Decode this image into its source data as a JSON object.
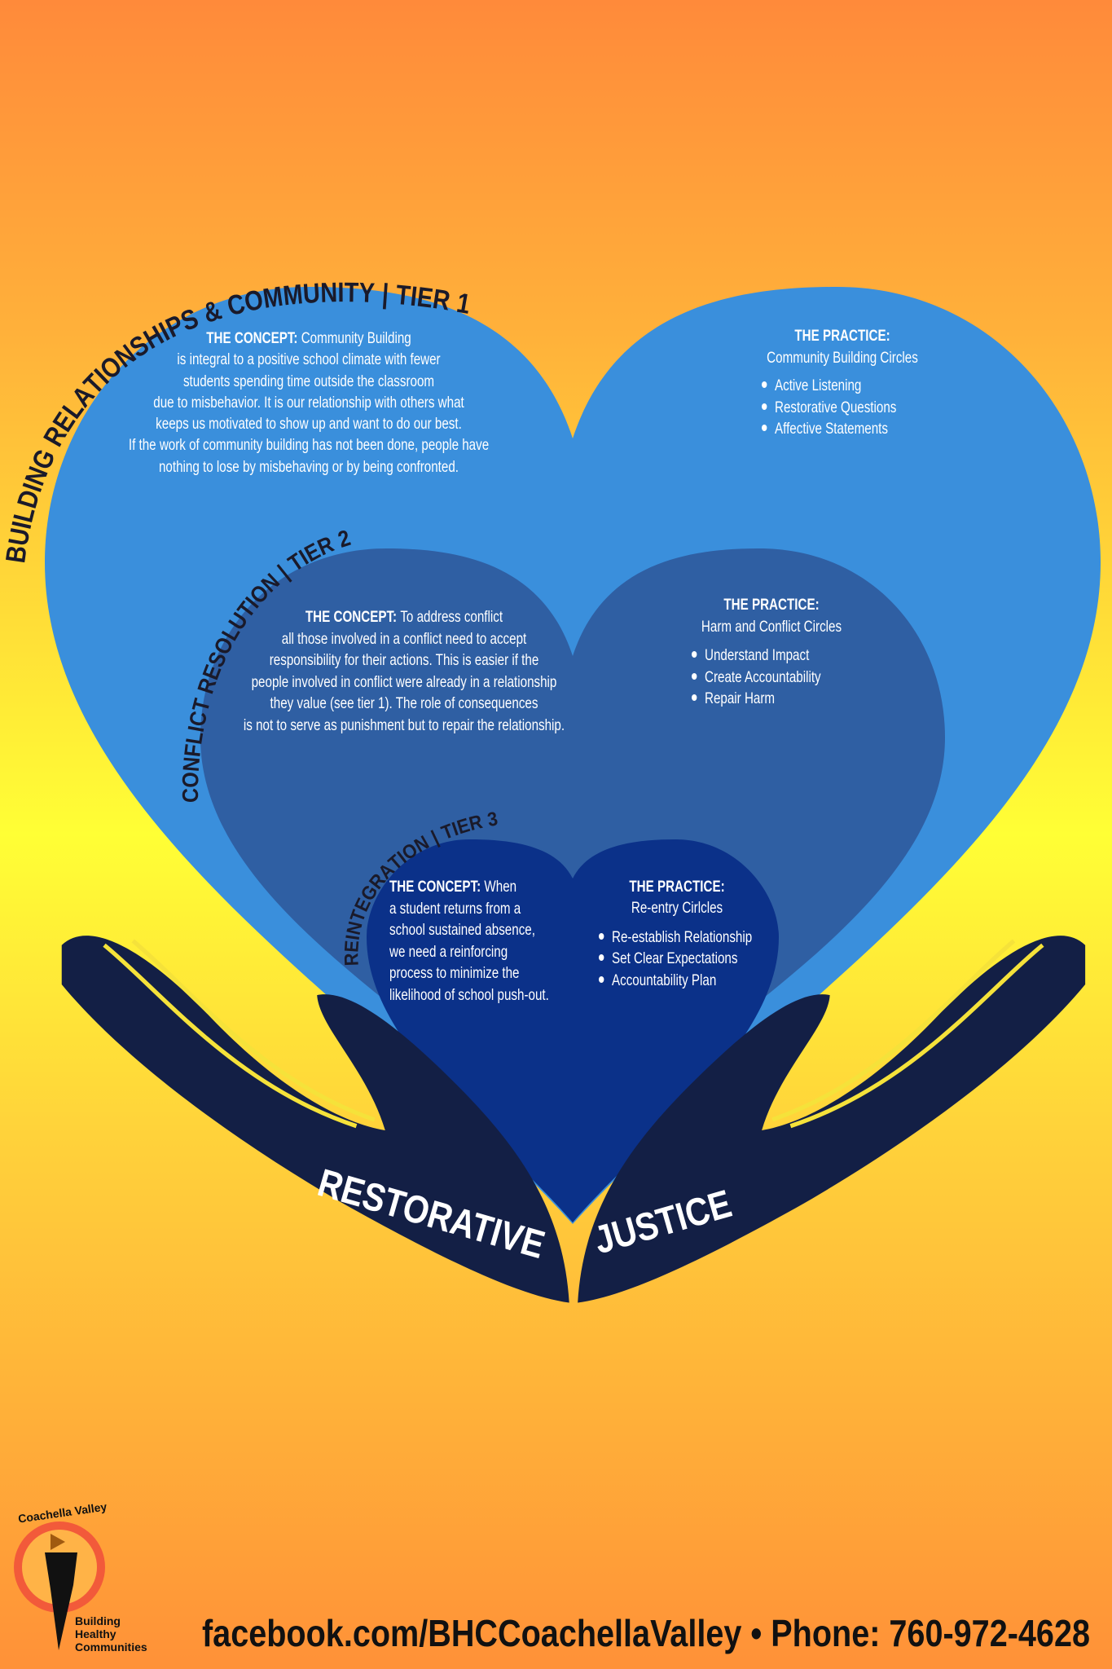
{
  "title_words": {
    "left": "RESTORATIVE",
    "right": "JUSTICE"
  },
  "tiers": [
    {
      "heading": "BUILDING RELATIONSHIPS & COMMUNITY | TIER 1",
      "concept_label": "THE CONCEPT:",
      "concept_lines": [
        "Community Building",
        "is integral to a positive school climate with fewer",
        "students spending time outside the classroom",
        "due to misbehavior. It is our relationship with others what",
        "keeps us motivated to show up and want to do our best.",
        "If the work of community building has not been done, people have",
        "nothing to lose by misbehaving or by being confronted."
      ],
      "practice_label": "THE PRACTICE:",
      "practice_name": "Community Building Circles",
      "practice_items": [
        "Active Listening",
        "Restorative Questions",
        "Affective Statements"
      ]
    },
    {
      "heading": "CONFLICT RESOLUTION | TIER 2",
      "concept_label": "THE CONCEPT:",
      "concept_lines": [
        "To address conflict",
        "all those involved in a conflict need to accept",
        "responsibility for their actions. This is easier if the",
        "people involved in conflict were already in a relationship",
        "they value (see tier 1). The role of consequences",
        "is not to serve as punishment but to repair the relationship."
      ],
      "practice_label": "THE PRACTICE:",
      "practice_name": "Harm and Conflict Circles",
      "practice_items": [
        "Understand Impact",
        "Create Accountability",
        "Repair Harm"
      ]
    },
    {
      "heading": "REINTEGRATION | TIER 3",
      "concept_label": "THE CONCEPT:",
      "concept_lines": [
        "When",
        "a student returns from a",
        "school sustained absence,",
        "we need a reinforcing",
        "process to minimize the",
        "likelihood of school push-out."
      ],
      "practice_label": "THE PRACTICE:",
      "practice_name": "Re-entry Cirlcles",
      "practice_items": [
        "Re-establish Relationship",
        "Set Clear Expectations",
        "Accountability Plan"
      ]
    }
  ],
  "logo": {
    "top": "Coachella Valley",
    "lines": [
      "Building",
      "Healthy",
      "Communities"
    ]
  },
  "footer": {
    "text": "facebook.com/BHCCoachellaValley  •  Phone: 760-972-4628"
  },
  "colors": {
    "tier1": "#3a8fdc",
    "tier2": "#2f5fa3",
    "tier3": "#0b3189",
    "hands": "#131f45",
    "stripe": "#f5e23a"
  }
}
